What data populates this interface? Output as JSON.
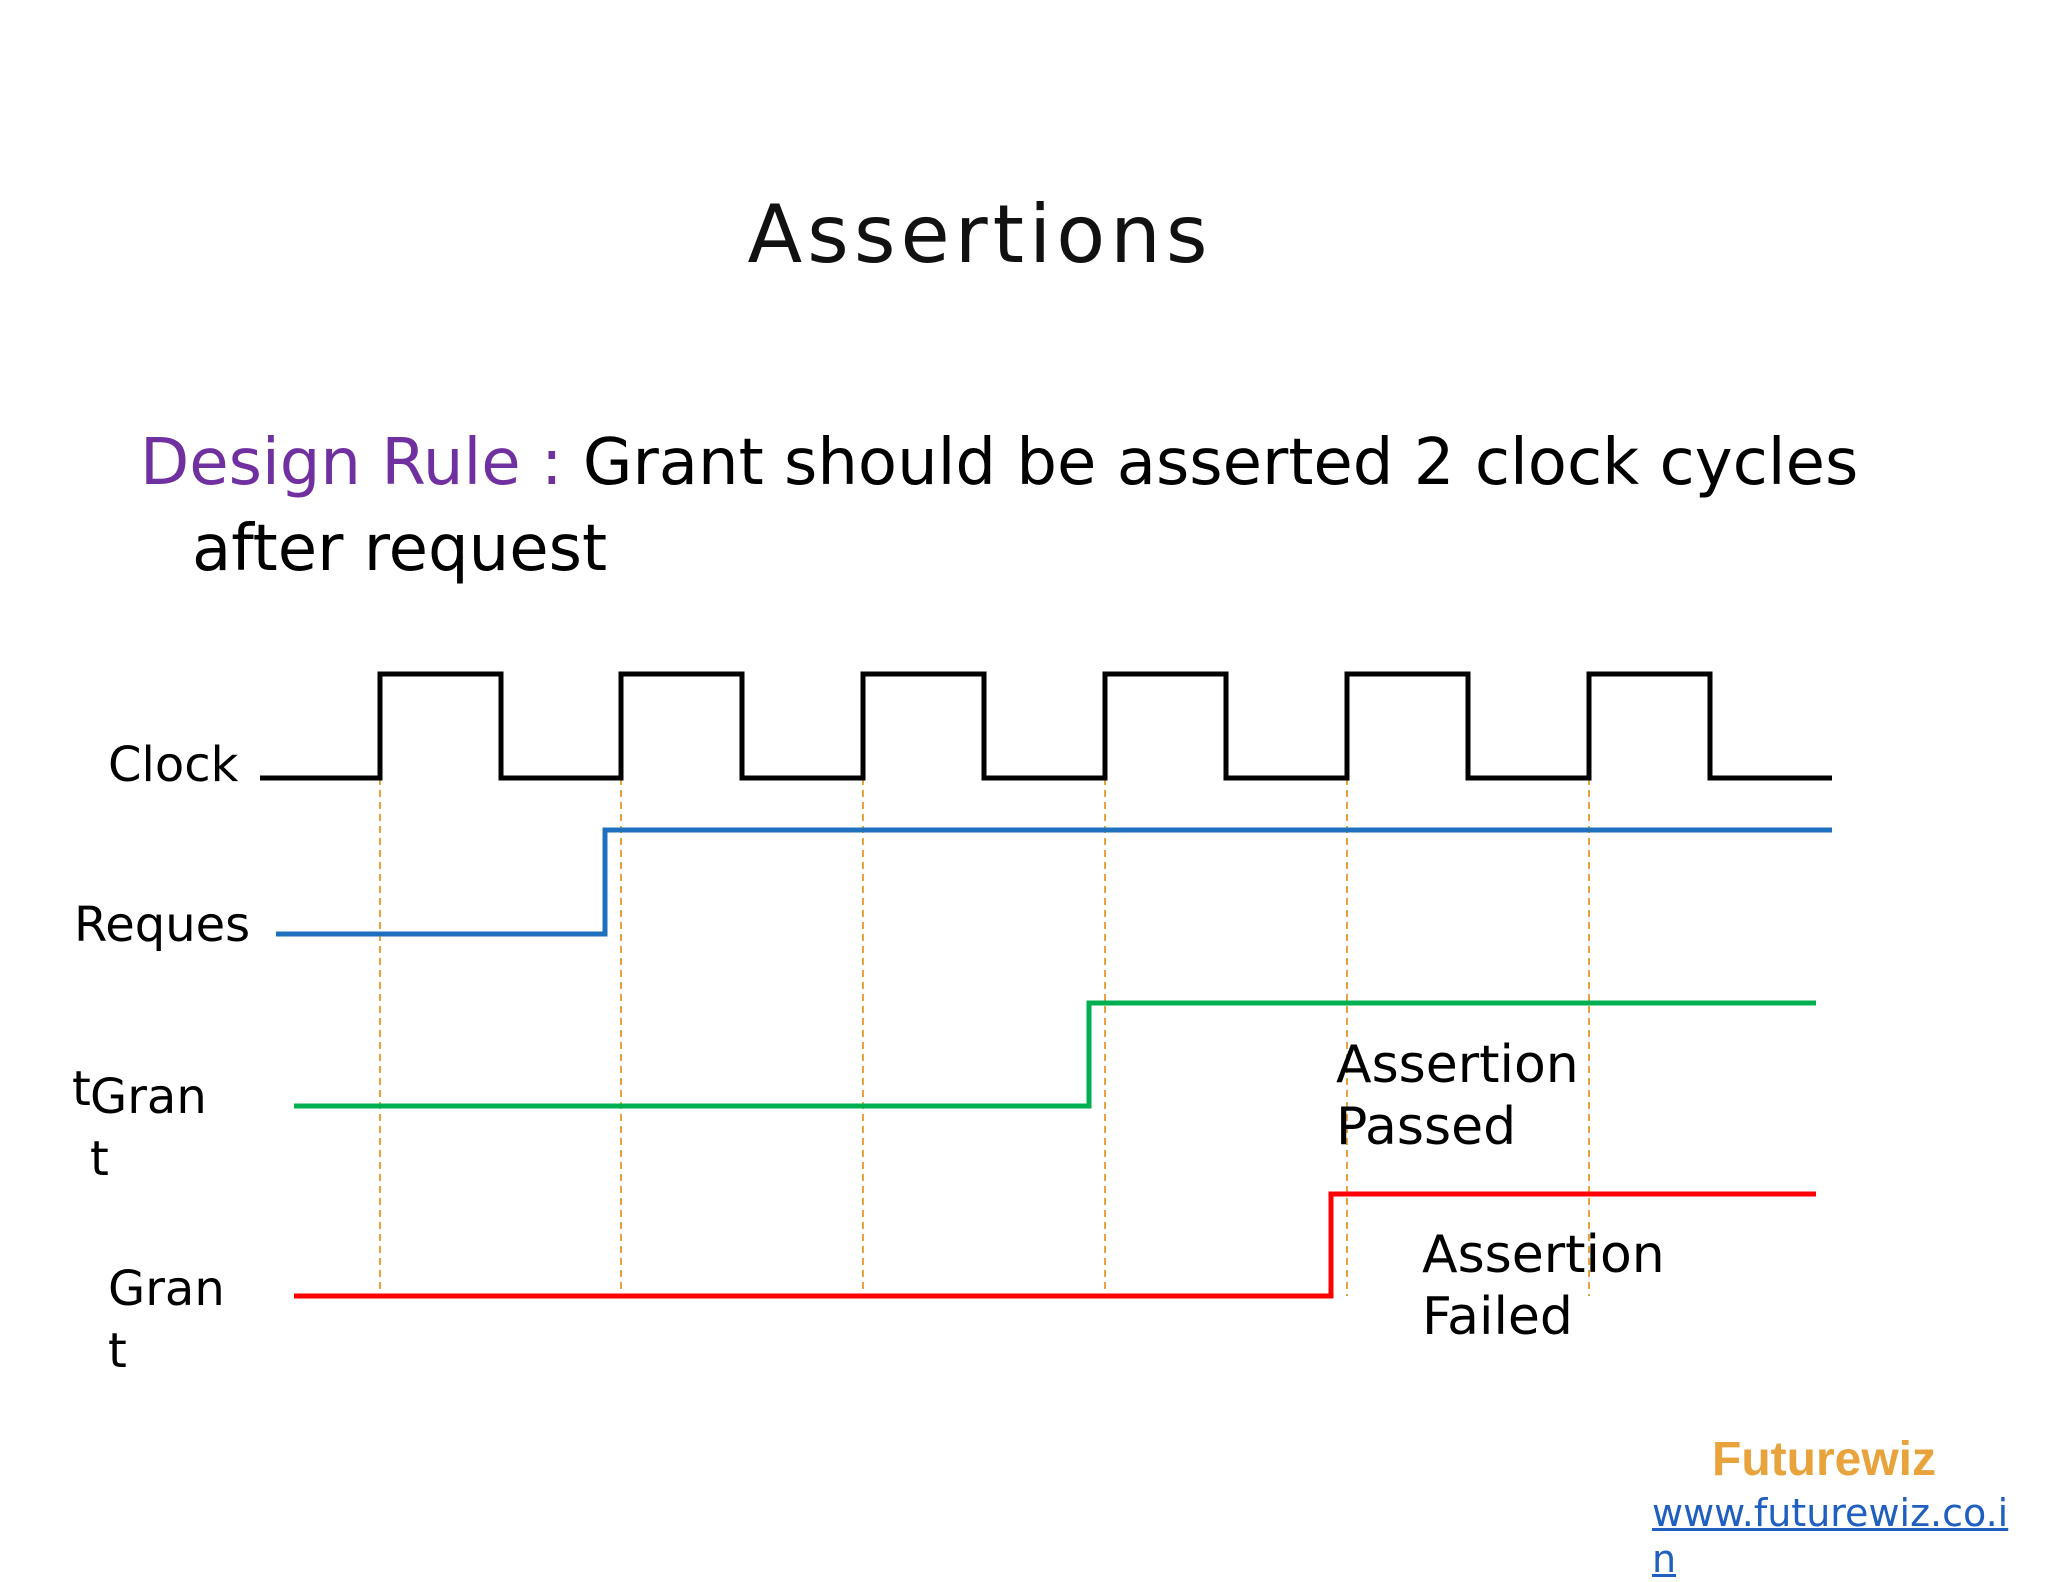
{
  "slide": {
    "title": "Assertions",
    "rule_label": "Design Rule :",
    "rule_text": " Grant should be asserted 2 clock cycles after request"
  },
  "signals": {
    "clock_label": "Clock",
    "request_label": "Reques",
    "grant1_label_top": "t",
    "grant1_label_main": "Gran",
    "grant1_label_bottom": "t",
    "grant2_label": "Gran t"
  },
  "annotations": {
    "passed": "Assertion Passed",
    "failed": "Assertion Failed"
  },
  "footer": {
    "brand": "Futurewiz",
    "url": "www.futurewiz.co.in"
  },
  "colors": {
    "clock": "#000000",
    "request": "#1f6fbf",
    "grant_pass": "#00b050",
    "grant_fail": "#ff0000",
    "guide": "#e8a33c",
    "rule_label": "#7030a0"
  }
}
